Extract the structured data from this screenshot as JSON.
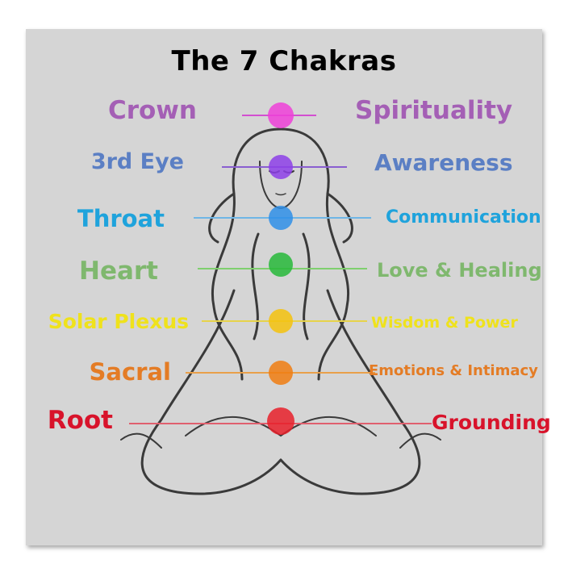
{
  "title": "The 7 Chakras",
  "chakras": [
    {
      "name": "Crown",
      "meaning": "Spirituality",
      "color": "#a45fb5"
    },
    {
      "name": "3rd Eye",
      "meaning": "Awareness",
      "color": "#5b7fc4"
    },
    {
      "name": "Throat",
      "meaning": "Communication",
      "color": "#1fa3dc"
    },
    {
      "name": "Heart",
      "meaning": "Love & Healing",
      "color": "#7fb86e"
    },
    {
      "name": "Solar Plexus",
      "meaning": "Wisdom & Power",
      "color": "#efe21c"
    },
    {
      "name": "Sacral",
      "meaning": "Emotions & Intimacy",
      "color": "#e47c25"
    },
    {
      "name": "Root",
      "meaning": "Grounding",
      "color": "#d8132b"
    }
  ]
}
